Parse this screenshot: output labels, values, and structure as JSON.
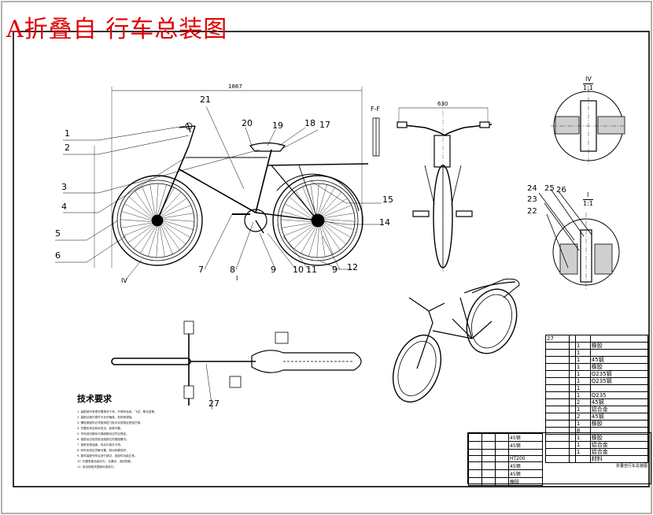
{
  "drawing_title": "A折叠自 行车总装图",
  "dimensions": {
    "overall_length": "1867",
    "handlebar_width": "630"
  },
  "section_label": "F-F",
  "detail_labels": {
    "detail_a_top": "IV",
    "detail_a_scale": "1:1",
    "detail_b_top": "I",
    "detail_b_scale": "1:1",
    "front_view_mark": "IV",
    "front_view_mark2": "I"
  },
  "part_numbers": [
    "1",
    "2",
    "3",
    "4",
    "5",
    "6",
    "7",
    "8",
    "9",
    "10",
    "11",
    "9",
    "12",
    "14",
    "15",
    "17",
    "18",
    "19",
    "20",
    "21",
    "22",
    "23",
    "24",
    "25",
    "26",
    "27"
  ],
  "tech_requirements": {
    "title": "技术要求",
    "lines": [
      "1. 装配前所有零件需清洗干净，不得有毛刺、飞边、氧化皮等。",
      "2. 装配过程中零件不允许磕碰、划伤和锈蚀。",
      "3. 螺栓紧固时必须使用扭力扳手并按规定扭矩拧紧。",
      "4. 折叠机构应转动灵活，锁紧可靠。",
      "5. 车轮径向跳动与端面跳动应符合规定。",
      "6. 装配后应检查各连接部位的紧固情况。",
      "7. 链条张紧适度，传动平稳无卡滞。",
      "8. 刹车系统应灵敏可靠，制动效果良好。",
      "9. 整车装配完毕后进行调试，各部件功能正常。",
      "10. 外露表面涂装均匀，无漏涂、流挂现象。",
      "11. 其余按相关国家标准执行。"
    ]
  },
  "bom": [
    [
      "27",
      "",
      "",
      ""
    ],
    [
      "",
      "",
      "1",
      "橡胶"
    ],
    [
      "",
      "",
      "1",
      ""
    ],
    [
      "",
      "",
      "1",
      "45钢"
    ],
    [
      "",
      "",
      "1",
      "橡胶"
    ],
    [
      "",
      "",
      "1",
      "Q235钢"
    ],
    [
      "",
      "",
      "1",
      "Q235钢"
    ],
    [
      "",
      "",
      "1",
      ""
    ],
    [
      "",
      "",
      "1",
      "Q235"
    ],
    [
      "",
      "",
      "2",
      "45钢"
    ],
    [
      "",
      "",
      "1",
      "铝合金"
    ],
    [
      "",
      "",
      "2",
      "45钢"
    ],
    [
      "",
      "",
      "1",
      "橡胶"
    ],
    [
      "",
      "",
      "8",
      ""
    ],
    [
      "",
      "",
      "1",
      "橡胶"
    ],
    [
      "",
      "",
      "1",
      "铝合金"
    ],
    [
      "",
      "",
      "1",
      "铝合金"
    ],
    [
      "",
      "",
      "",
      "材料"
    ]
  ],
  "title_block": {
    "rows": [
      [
        "",
        "",
        "",
        "45钢"
      ],
      [
        "",
        "",
        "",
        "45钢"
      ],
      [
        "",
        "",
        "",
        ""
      ],
      [
        "",
        "",
        "",
        "HT200"
      ],
      [
        "",
        "",
        "",
        "45钢"
      ],
      [
        "",
        "",
        "",
        "45钢"
      ],
      [
        "",
        "",
        "",
        "橡胶"
      ]
    ],
    "drawing_name": "折叠自行车总装图"
  }
}
